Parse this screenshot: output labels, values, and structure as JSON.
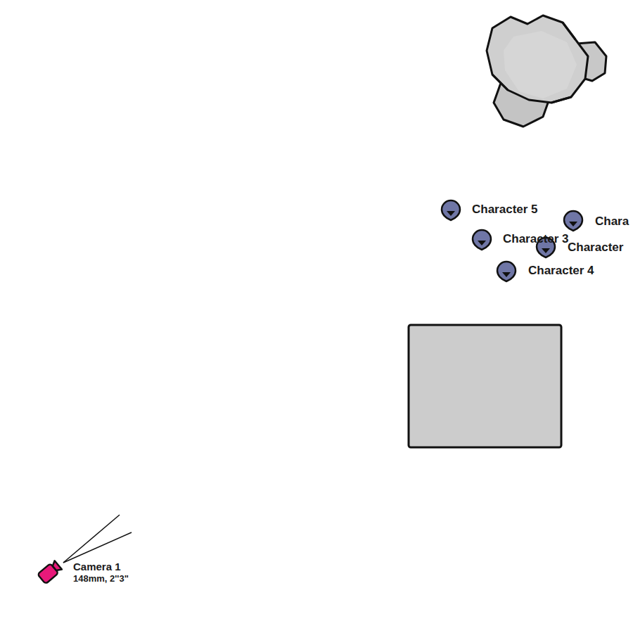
{
  "diagram": {
    "labels": [
      "Character 5",
      "Chara",
      "Character 3",
      "Character",
      "Character 4",
      "Camera 1",
      "148mm, 2''3\""
    ]
  }
}
